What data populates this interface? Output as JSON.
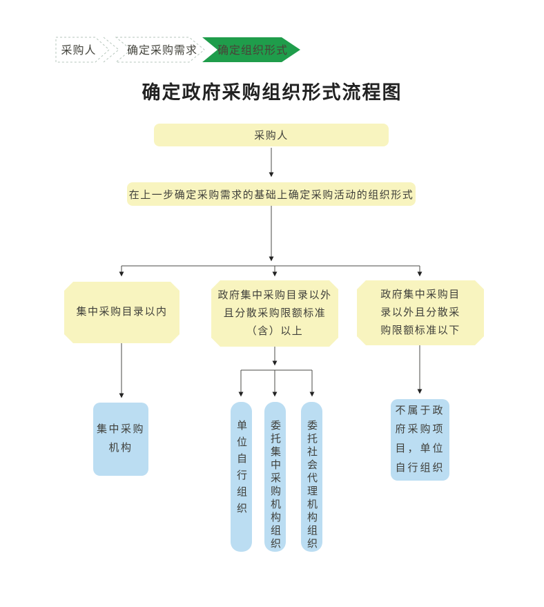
{
  "title": "确定政府采购组织形式流程图",
  "colors": {
    "accent_green": "#1f9d4b",
    "node_yellow": "#f8f4bf",
    "node_blue": "#bbddf2",
    "line_color": "#4a4a45"
  },
  "breadcrumb": {
    "steps": [
      {
        "label": "采购人",
        "active": false
      },
      {
        "label": "确定采购需求",
        "active": false
      },
      {
        "label": "确定组织形式",
        "active": true
      }
    ]
  },
  "flow": {
    "purchaser": "采购人",
    "step2": "在上一步确定采购需求的基础上确定采购活动的组织形式",
    "branches": {
      "left": {
        "condition_lines": [
          "集中采购目录以内"
        ],
        "result_lines": [
          "集中采购",
          "机构"
        ]
      },
      "middle": {
        "condition_lines": [
          "政府集中采购目录以外",
          "且分散采购限额标准",
          "（含）以上"
        ],
        "options": [
          "单位自行组织",
          "委托集中采购机构组织",
          "委托社会代理机构组织"
        ]
      },
      "right": {
        "condition_lines": [
          "政府集中采购目",
          "录以外且分散采",
          "购限额标准以下"
        ],
        "result_lines": [
          "不属于政",
          "府采购项",
          "目，单位",
          "自行组织"
        ]
      }
    }
  }
}
